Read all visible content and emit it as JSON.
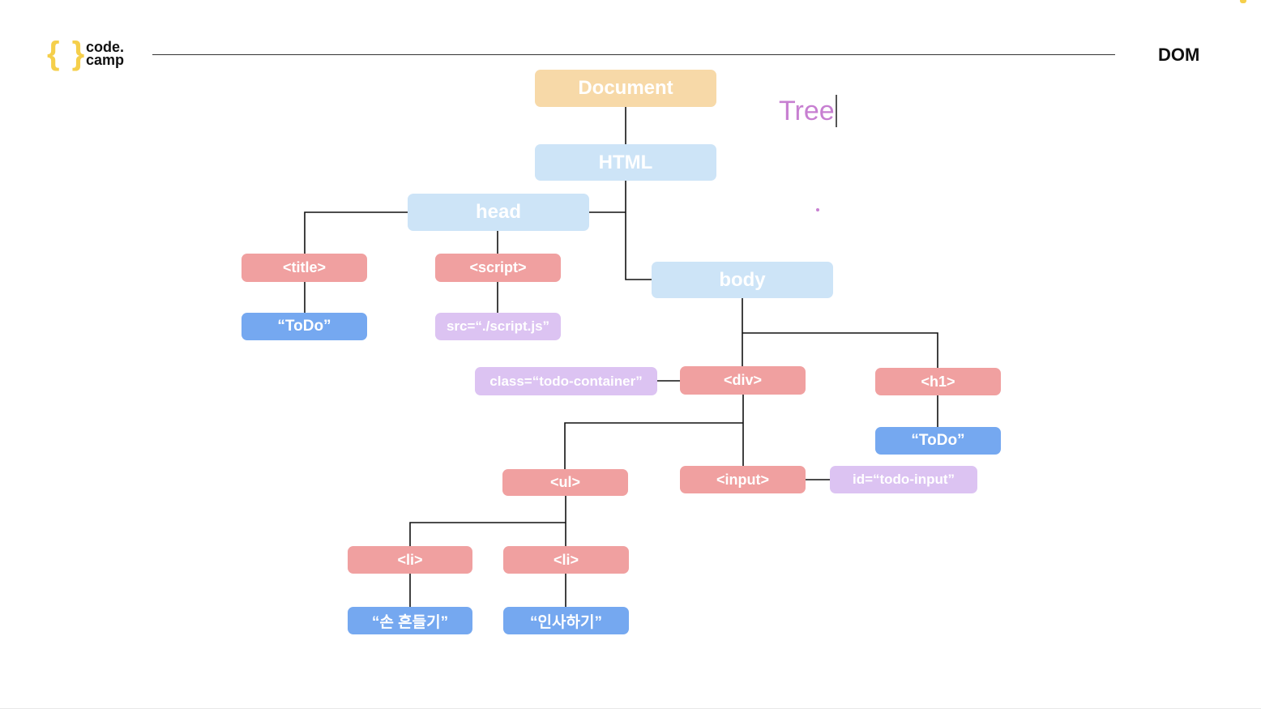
{
  "header": {
    "logo_braces": "{ }",
    "logo_line1": "code.",
    "logo_line2": "camp",
    "page_title": "DOM"
  },
  "tree_label": "Tree",
  "nodes": {
    "document": "Document",
    "html": "HTML",
    "head": "head",
    "body": "body",
    "title": "<title>",
    "script": "<script>",
    "title_text": "“ToDo”",
    "script_src": "src=“./script.js”",
    "div_class": "class=“todo-container”",
    "div": "<div>",
    "h1": "<h1>",
    "h1_text": "“ToDo”",
    "ul": "<ul>",
    "input": "<input>",
    "input_id": "id=“todo-input”",
    "li_1": "<li>",
    "li_2": "<li>",
    "li_1_text": "“손 흔들기”",
    "li_2_text": "“인사하기”"
  },
  "colors": {
    "document": "#f7d9a8",
    "structure": "#cde4f7",
    "element": "#f0a0a0",
    "text": "#75a8f0",
    "attribute": "#dcc3f2",
    "tree_label": "#c77fd1",
    "logo": "#f5cf4b"
  }
}
